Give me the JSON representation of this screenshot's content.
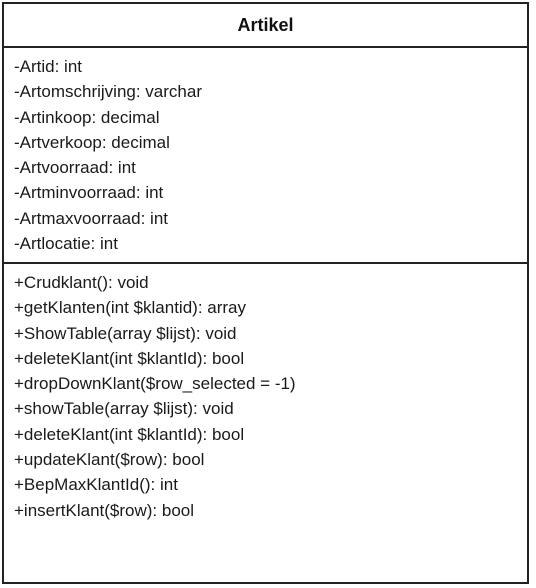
{
  "class": {
    "name": "Artikel",
    "attributes": [
      "-Artid: int",
      "-Artomschrijving: varchar",
      "-Artinkoop: decimal",
      "-Artverkoop: decimal",
      "-Artvoorraad: int",
      "-Artminvoorraad: int",
      "-Artmaxvoorraad: int",
      "-Artlocatie: int"
    ],
    "methods": [
      "+Crudklant(): void",
      "+getKlanten(int $klantid): array",
      "+ShowTable(array $lijst): void",
      "+deleteKlant(int $klantId): bool",
      "+dropDownKlant($row_selected = -1)",
      "+showTable(array $lijst): void",
      "+deleteKlant(int $klantId): bool",
      "+updateKlant($row): bool",
      "+BepMaxKlantId(): int",
      "+insertKlant($row): bool"
    ]
  }
}
